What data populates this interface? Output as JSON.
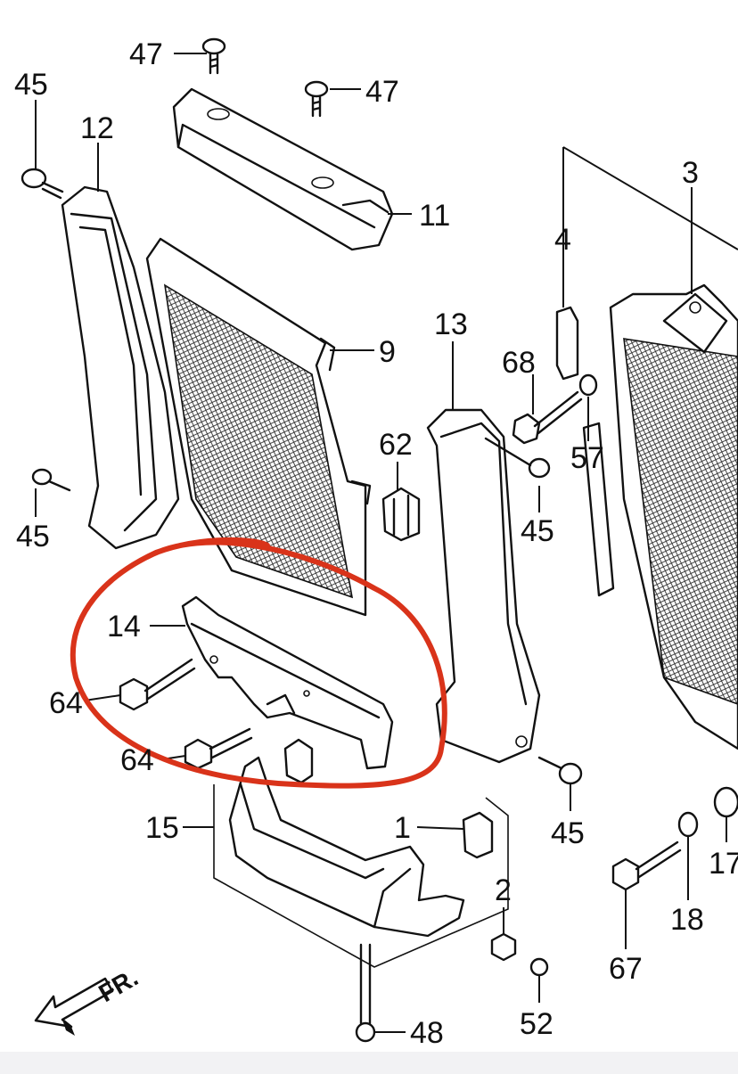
{
  "callouts": {
    "c47a": "47",
    "c47b": "47",
    "c45a": "45",
    "c12": "12",
    "c11": "11",
    "c3": "3",
    "c4": "4",
    "c9": "9",
    "c13": "13",
    "c68": "68",
    "c57": "57",
    "c62": "62",
    "c45b": "45",
    "c45c": "45",
    "c14": "14",
    "c64a": "64",
    "c64b": "64",
    "c15": "15",
    "c1": "1",
    "c45d": "45",
    "c2": "2",
    "c17": "17",
    "c18": "18",
    "c67": "67",
    "c48": "48",
    "c52": "52"
  },
  "direction_label": "FR.",
  "highlight_color": "#d9331a"
}
